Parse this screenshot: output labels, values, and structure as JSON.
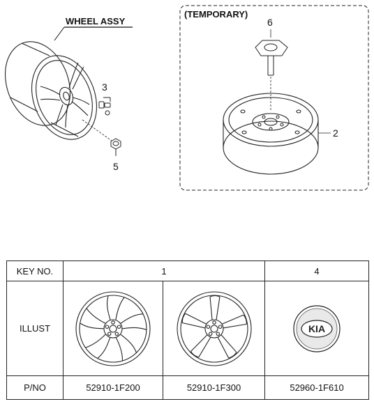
{
  "diagram": {
    "wheel_assy_label": "WHEEL ASSY",
    "temporary_label": "(TEMPORARY)",
    "callouts": [
      {
        "key": "spare_wheel",
        "number": "2"
      },
      {
        "key": "valve",
        "number": "3"
      },
      {
        "key": "lug_nut",
        "number": "5"
      },
      {
        "key": "hold_down_bolt",
        "number": "6"
      }
    ]
  },
  "table": {
    "header": {
      "key_no_label": "KEY NO.",
      "group1": "1",
      "group2": "4"
    },
    "illust_label": "ILLUST",
    "pno_label": "P/NO",
    "parts": [
      {
        "part_no": "52910-1F200",
        "illustration": "alloy-wheel-five-spoke-curved"
      },
      {
        "part_no": "52910-1F300",
        "illustration": "alloy-wheel-five-spoke-straight"
      },
      {
        "part_no": "52960-1F610",
        "illustration": "kia-hub-cap",
        "logo_text": "KIA"
      }
    ]
  }
}
